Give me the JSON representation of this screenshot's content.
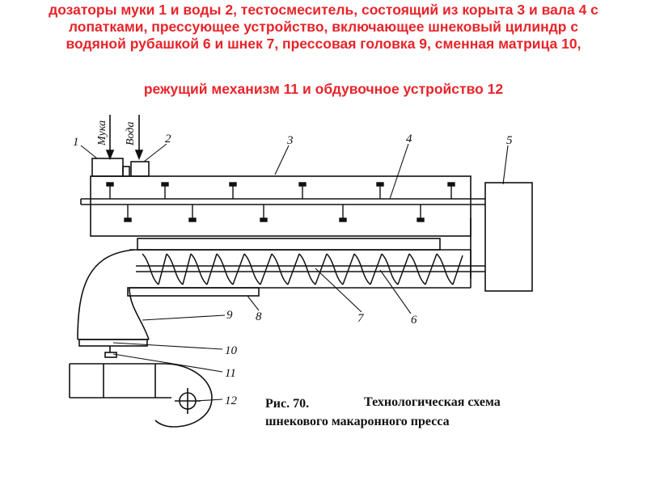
{
  "caption": {
    "line1": "дозаторы муки 1 и воды 2, тестосмеситель, состоящий из корыта 3 и вала 4 с",
    "line2": "лопатками, прессующее устройство, включающее шнековый цилиндр с",
    "line3": "водяной рубашкой 6 и шнек 7, прессовая головка 9, сменная матрица 10,",
    "line4": "режущий механизм 11 и обдувочное устройство 12"
  },
  "inputs": {
    "flour": "Мука",
    "water": "Вода"
  },
  "labels": {
    "l1": "1",
    "l2": "2",
    "l3": "3",
    "l4": "4",
    "l5": "5",
    "l6": "6",
    "l7": "7",
    "l8": "8",
    "l9": "9",
    "l10": "10",
    "l11": "11",
    "l12": "12"
  },
  "figure": {
    "number": "Рис. 70.",
    "title_line1": "Технологическая схема",
    "title_line2": "шнекового макаронного пресса"
  }
}
